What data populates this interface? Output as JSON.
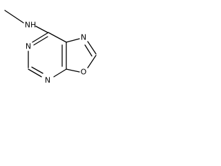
{
  "molecule": {
    "atoms": {
      "amine_nh": "NH",
      "ring_n_left": "N",
      "ring_n_right": "N",
      "ring_n_bottom": "N",
      "ring_o": "O"
    },
    "colors": {
      "bond": "#000000",
      "label": "#000000",
      "background": "#ffffff"
    }
  }
}
